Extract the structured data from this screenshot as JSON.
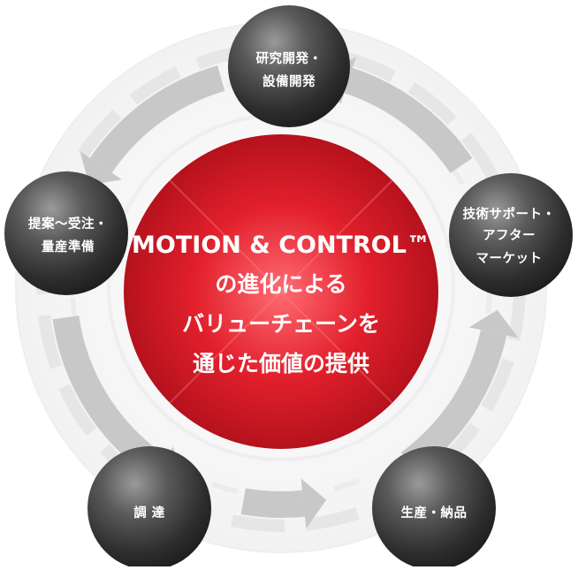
{
  "center": {
    "lines": [
      "MOTION & CONTROL™",
      "の進化による",
      "バリューチェーンを",
      "通じた価値の提供"
    ]
  },
  "nodes": [
    {
      "id": "rd",
      "lines": [
        "研究開発・",
        "設備開発"
      ]
    },
    {
      "id": "support",
      "lines": [
        "技術サポート・",
        "アフター",
        "マーケット"
      ]
    },
    {
      "id": "production",
      "lines": [
        "生産・納品"
      ]
    },
    {
      "id": "procurement",
      "lines": [
        "調 達"
      ]
    },
    {
      "id": "proposal",
      "lines": [
        "提案〜受注・",
        "量産準備"
      ]
    }
  ],
  "colors": {
    "center_red": "#e2202c",
    "node_gray": "#3a3a3a",
    "ring_gray": "#c8c8c8",
    "background_ring": "#ebebeb"
  }
}
